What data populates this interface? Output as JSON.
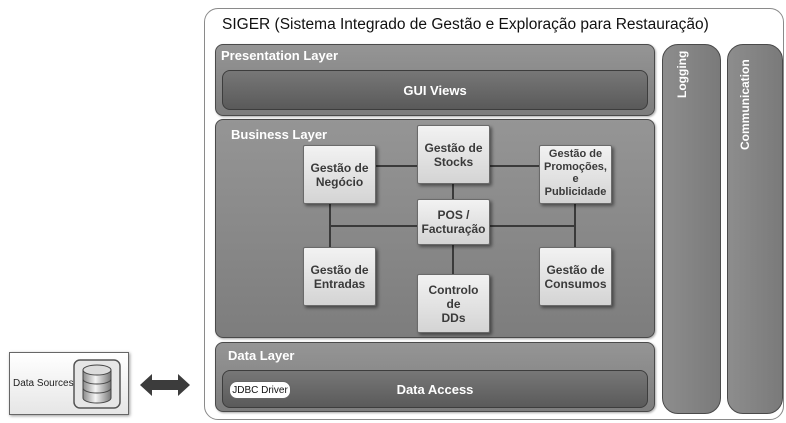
{
  "diagram": {
    "title": "SIGER (Sistema Integrado de Gestão e Exploração para Restauração)",
    "presentation_layer": {
      "title": "Presentation Layer",
      "gui_views": "GUI Views"
    },
    "business_layer": {
      "title": "Business Layer",
      "modules": {
        "stocks": "Gestão de\nStocks",
        "negocio": "Gestão de\nNegócio",
        "promocoes": "Gestão de\nPromoções,\ne\nPublicidade",
        "pos": "POS /\nFacturação",
        "entradas": "Gestão de\nEntradas",
        "consumos": "Gestão de\nConsumos",
        "controlo": "Controlo de\nDDs"
      }
    },
    "data_layer": {
      "title": "Data Layer",
      "jdbc_driver": "JDBC Driver",
      "data_access": "Data Access"
    },
    "logging": "Logging",
    "communication": "Communication",
    "data_sources": "Data Sources"
  },
  "colors": {
    "layer": "#8a8a8a",
    "bar": "#666666",
    "module": "#e6e6e6",
    "text_light": "#ffffff"
  }
}
